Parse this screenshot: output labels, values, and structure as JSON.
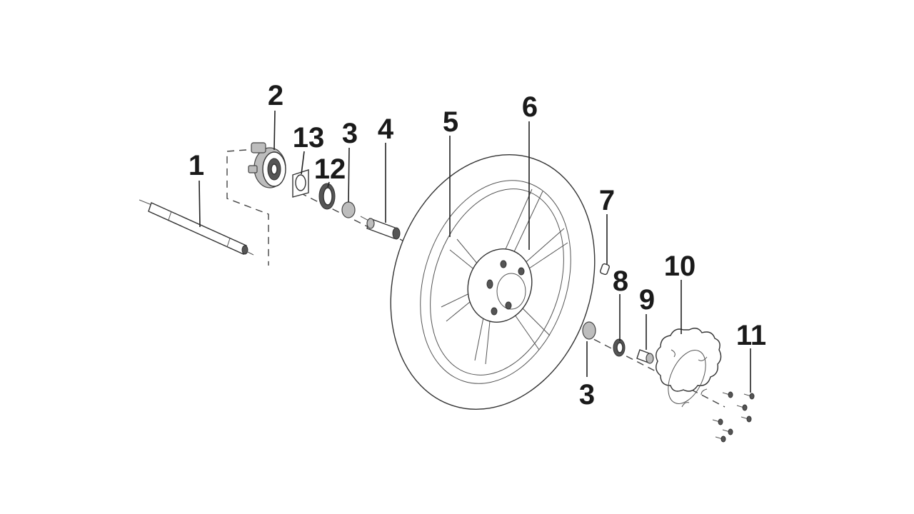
{
  "diagram": {
    "callouts": [
      {
        "id": "c1",
        "label": "1"
      },
      {
        "id": "c2",
        "label": "2"
      },
      {
        "id": "c13",
        "label": "13"
      },
      {
        "id": "c3a",
        "label": "3"
      },
      {
        "id": "c4",
        "label": "4"
      },
      {
        "id": "c12",
        "label": "12"
      },
      {
        "id": "c5",
        "label": "5"
      },
      {
        "id": "c6",
        "label": "6"
      },
      {
        "id": "c7",
        "label": "7"
      },
      {
        "id": "c8",
        "label": "8"
      },
      {
        "id": "c9",
        "label": "9"
      },
      {
        "id": "c10",
        "label": "10"
      },
      {
        "id": "c11",
        "label": "11"
      },
      {
        "id": "c3b",
        "label": "3"
      }
    ]
  }
}
